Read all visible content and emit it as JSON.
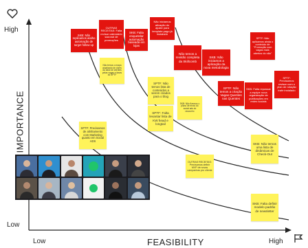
{
  "axes": {
    "y_title": "IMPORTANCE",
    "x_title": "FEASIBILITY",
    "y_high": "High",
    "y_low": "Low",
    "x_low": "Low",
    "x_high": "High"
  },
  "icons": {
    "top_left": "heart-icon",
    "bottom_right": "flag-icon"
  },
  "colors": {
    "red_note": "#e3140f",
    "yellow_note": "#fff35a",
    "axis": "#222222"
  },
  "notes": [
    {
      "id": "note-1",
      "color": "red",
      "text": "SKB: Não replicamos atalho automação de target follow up"
    },
    {
      "id": "note-2",
      "color": "red",
      "text": "OUTRAS RECEITAS: Falta revisar calendário sazonal de promoções"
    },
    {
      "id": "note-3",
      "color": "red",
      "text": "SKB: Falta enquetelar automação baseada em lojas"
    },
    {
      "id": "note-4",
      "color": "red",
      "text": "Não iniciamos ativação do ajuste para template pago já instalado"
    },
    {
      "id": "note-5",
      "color": "red",
      "text": "Não temos a revisão completa da Skillcomb"
    },
    {
      "id": "note-6",
      "color": "red",
      "text": "SKB: Não iniciamos a aplicação da nova metodologia"
    },
    {
      "id": "note-7",
      "color": "red",
      "text": "SPTF: Não aplicamos ainda o conteúdo de \"Promoção com vagas mais abertos do não\""
    },
    {
      "id": "note-8",
      "color": "red",
      "text": "SPTF: Não temos a criação Vagas Quentes nas Quentes"
    },
    {
      "id": "note-9",
      "color": "red",
      "text": "SKB: Falta repassar a equipe nova organização de publicações em redes sociais"
    },
    {
      "id": "note-10",
      "color": "red",
      "text": "SPTF: Precisamos revisar com o plan de rotação trafe instalado"
    },
    {
      "id": "note-11",
      "color": "yellow",
      "text": "Não temos o mapa atualizado de dores da base de clientes pelas vagas e fases do SPTF"
    },
    {
      "id": "note-12",
      "color": "yellow",
      "text": "SPTF: Não temos lista de conteúdos a serem criados para o blog"
    },
    {
      "id": "note-13",
      "color": "yellow",
      "text": "SPTF: Falta levantar lista de KW head e longtail"
    },
    {
      "id": "note-14",
      "color": "yellow",
      "text": "SKB: Não fizemos o plano de envio do social ads do rascunho"
    },
    {
      "id": "note-15",
      "color": "yellow",
      "text": "SPTF: Precisamos de alinhamento com Marketing quanto em Social ADS"
    },
    {
      "id": "note-16",
      "color": "yellow",
      "text": "SKB: Não temos uma lista de dinâmicas de Check-Out"
    },
    {
      "id": "note-17",
      "color": "yellow",
      "text": "OUTRAS RECEITAS: Precisamos definir MVP de novas campanhas pro cliente"
    },
    {
      "id": "note-18",
      "color": "yellow",
      "text": "SKB: Falta definir modelo padrão de newsletter"
    }
  ],
  "video_call": {
    "participants": 12
  }
}
